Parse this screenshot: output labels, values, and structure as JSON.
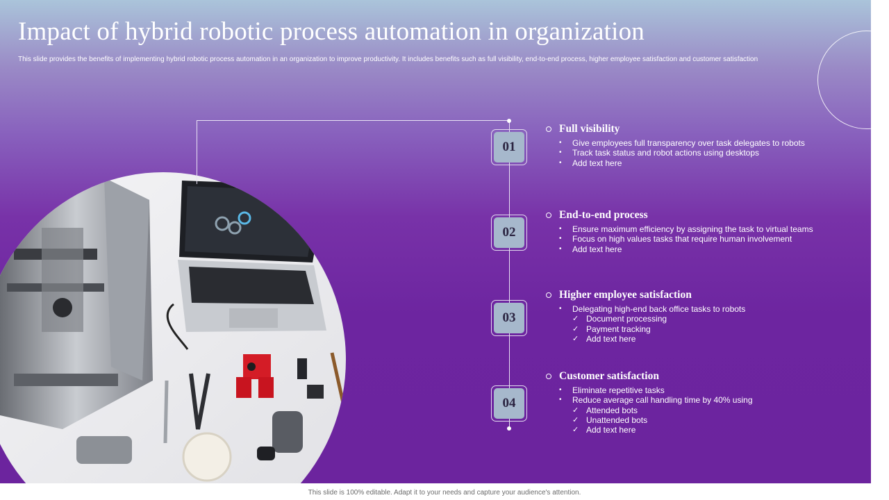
{
  "slide": {
    "title": "Impact of hybrid robotic process automation in organization",
    "subtitle": "This slide provides the benefits of implementing  hybrid robotic process automation in an organization to improve productivity. It includes benefits such as full visibility, end-to-end process, higher employee satisfaction and customer satisfaction"
  },
  "steps": [
    {
      "number": "01",
      "title": "Full visibility",
      "bullets": [
        "Give employees full transparency over task delegates to robots",
        "Track task status and robot actions using desktops",
        "Add text here"
      ]
    },
    {
      "number": "02",
      "title": "End-to-end process",
      "bullets": [
        "Ensure maximum efficiency by assigning the task to virtual teams",
        "Focus on high values tasks that require human involvement",
        "Add text here"
      ]
    },
    {
      "number": "03",
      "title": "Higher employee satisfaction",
      "bullets": [
        "Delegating high-end back office tasks to robots"
      ],
      "checks": [
        "Document processing",
        "Payment tracking",
        "Add text here"
      ]
    },
    {
      "number": "04",
      "title": "Customer satisfaction",
      "bullets": [
        "Eliminate repetitive tasks",
        "Reduce average call handling time by 40% using"
      ],
      "checks": [
        "Attended bots",
        "Unattended bots",
        "Add text here"
      ]
    }
  ],
  "footer": {
    "note": "This slide is 100% editable. Adapt it to your needs and capture your audience's attention."
  },
  "colors": {
    "badge_fill": "#a6b8cc",
    "badge_text": "#2a2340",
    "background_top": "#aac4da",
    "background_bottom": "#6c249e"
  }
}
